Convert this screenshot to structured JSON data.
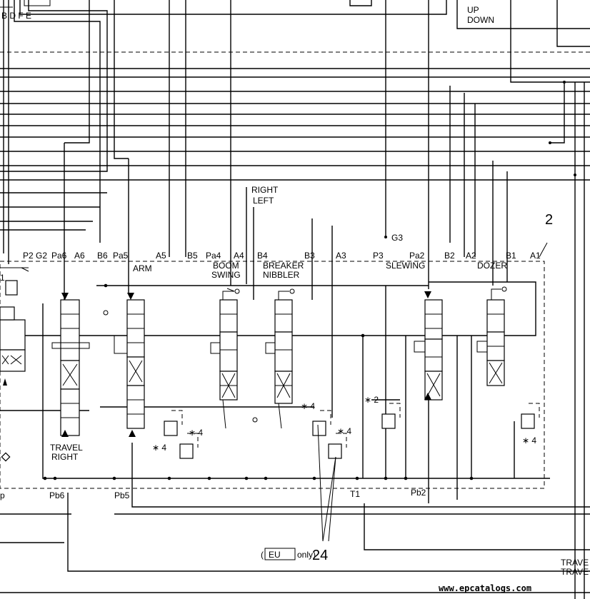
{
  "top": {
    "tags": "B D F E",
    "up": "UP",
    "down": "DOWN"
  },
  "mid": {
    "right": "RIGHT",
    "left": "LEFT",
    "g3": "G3",
    "callout_2": "2"
  },
  "ports_top": {
    "p2": "P2",
    "g2": "G2",
    "pa6": "Pa6",
    "a6": "A6",
    "b6": "B6",
    "pa5": "Pa5",
    "a5": "A5",
    "b5": "B5",
    "pa4": "Pa4",
    "a4": "A4",
    "b4": "B4",
    "b3": "B3",
    "a3": "A3",
    "p3": "P3",
    "pa2": "Pa2",
    "b2": "B2",
    "a2": "A2",
    "b1": "B1",
    "a1": "A1"
  },
  "sections": {
    "arm": "ARM",
    "boom": "BOOM",
    "swing": "SWING",
    "breaker": "BREAKER",
    "nibbler": "NIBBLER",
    "slewing": "SLEWING",
    "dozer": "DOZER",
    "travel": "TRAVEL",
    "right": "RIGHT",
    "one": "1"
  },
  "marks": {
    "star4": "∗ 4",
    "star2": "∗ 2"
  },
  "ports_bottom": {
    "p": "p",
    "pb6": "Pb6",
    "pb5": "Pb5",
    "t1": "T1",
    "pb2": "Pb2"
  },
  "note": {
    "open": "(",
    "eu": "EU",
    "only": "only)",
    "num": "24"
  },
  "edge": {
    "trave1": "TRAVE",
    "trave2": "TRAVE"
  },
  "watermark": "www.epcatalogs.com"
}
